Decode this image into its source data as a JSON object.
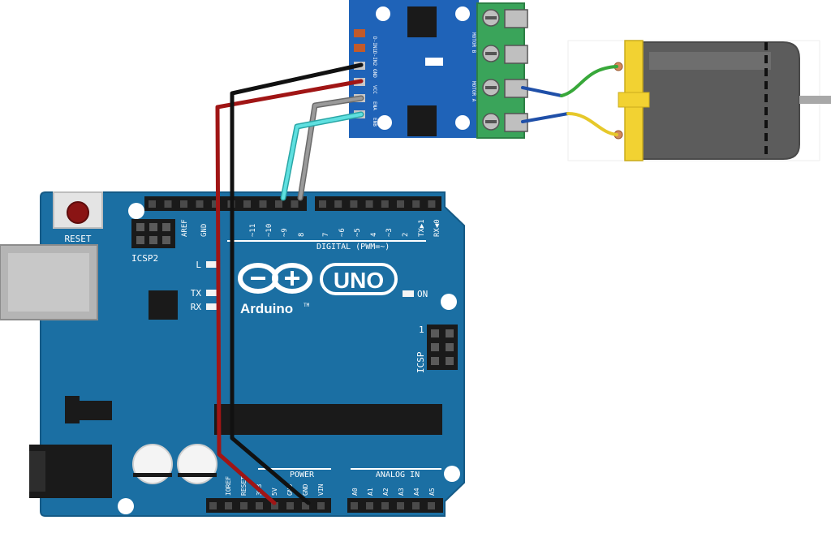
{
  "arduino": {
    "reset_label": "RESET",
    "icsp2_label": "ICSP2",
    "icsp_label": "ICSP",
    "icsp_pin1": "1",
    "led_l": "L",
    "led_tx": "TX",
    "led_rx": "RX",
    "led_on": "ON",
    "logo_brand": "UNO",
    "logo_name": "Arduino",
    "logo_tm": "TM",
    "digital_label": "DIGITAL (PWM=~)",
    "digital_pins": [
      "AREF",
      "GND",
      "~11",
      "~10",
      "~9",
      "8",
      "7",
      "~6",
      "~5",
      "4",
      "~3",
      "2",
      "TX▶1",
      "RX◀0"
    ],
    "power_label": "POWER",
    "power_pins": [
      "IOREF",
      "RESET",
      "3V3",
      "5V",
      "GND",
      "GND",
      "VIN"
    ],
    "analog_label": "ANALOG IN",
    "analog_pins": [
      "A0",
      "A1",
      "A2",
      "A3",
      "A4",
      "A5"
    ]
  },
  "driver": {
    "pin_labels": [
      "D-IN1",
      "D-IN2",
      "GND",
      "VCC",
      "ENA",
      "ENB"
    ],
    "terminal_labels": [
      "MOTOR B",
      "MOTOR A"
    ]
  },
  "colors": {
    "board_blue": "#1b6fa3",
    "driver_blue": "#1f63b8",
    "terminal_green": "#3aa45a",
    "motor_yellow": "#f2d232",
    "wire_red": "#a01515",
    "wire_black": "#111111",
    "wire_gray": "#8a8a8a",
    "wire_cyan": "#3fd0d0"
  }
}
